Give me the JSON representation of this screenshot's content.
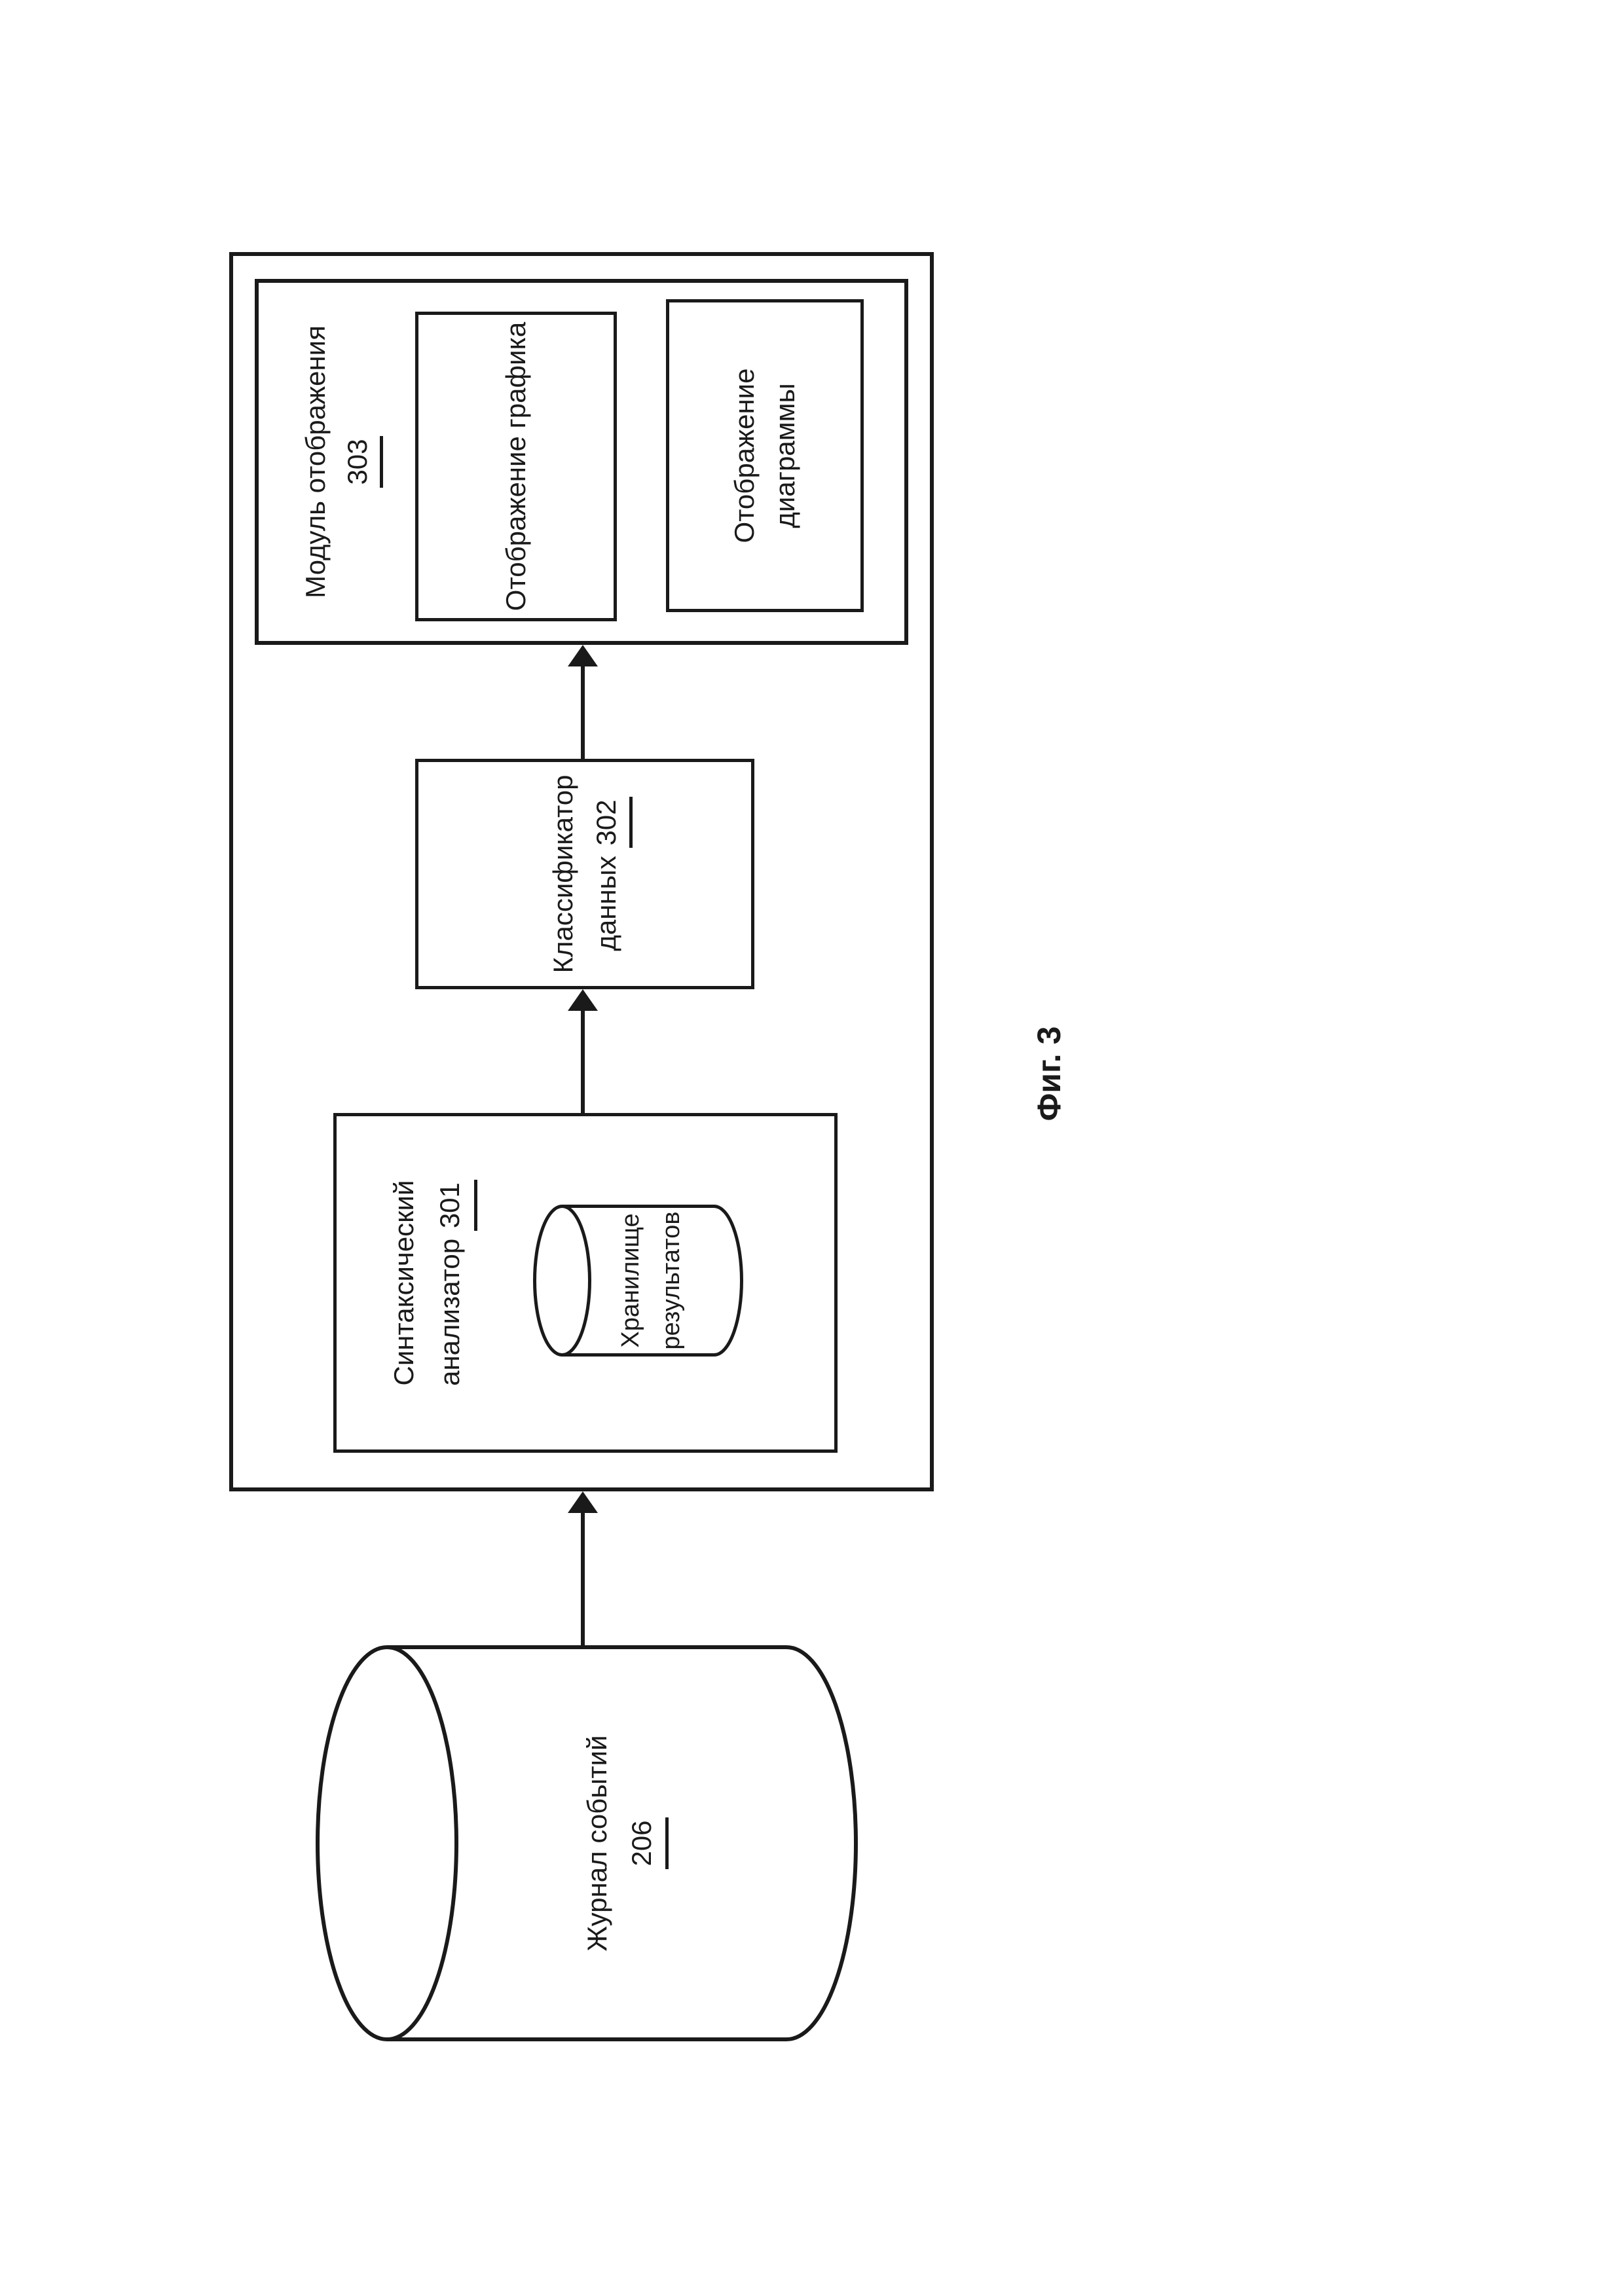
{
  "colors": {
    "ink": "#1a1a1a",
    "paper": "#ffffff"
  },
  "caption": "Фиг. 3",
  "event_log": {
    "title": "Журнал событий",
    "ref": "206"
  },
  "parser": {
    "title": "Синтаксический",
    "subtitle": "анализатор",
    "ref": "301"
  },
  "storage": {
    "title": "Хранилище",
    "subtitle": "результатов"
  },
  "classifier": {
    "title": "Классификатор",
    "subtitle": "данных",
    "ref": "302"
  },
  "display_module": {
    "title": "Модуль отображения",
    "ref": "303"
  },
  "graph_view": {
    "title": "Отображение графика"
  },
  "diagram_view": {
    "title": "Отображение",
    "subtitle": "диаграммы"
  }
}
